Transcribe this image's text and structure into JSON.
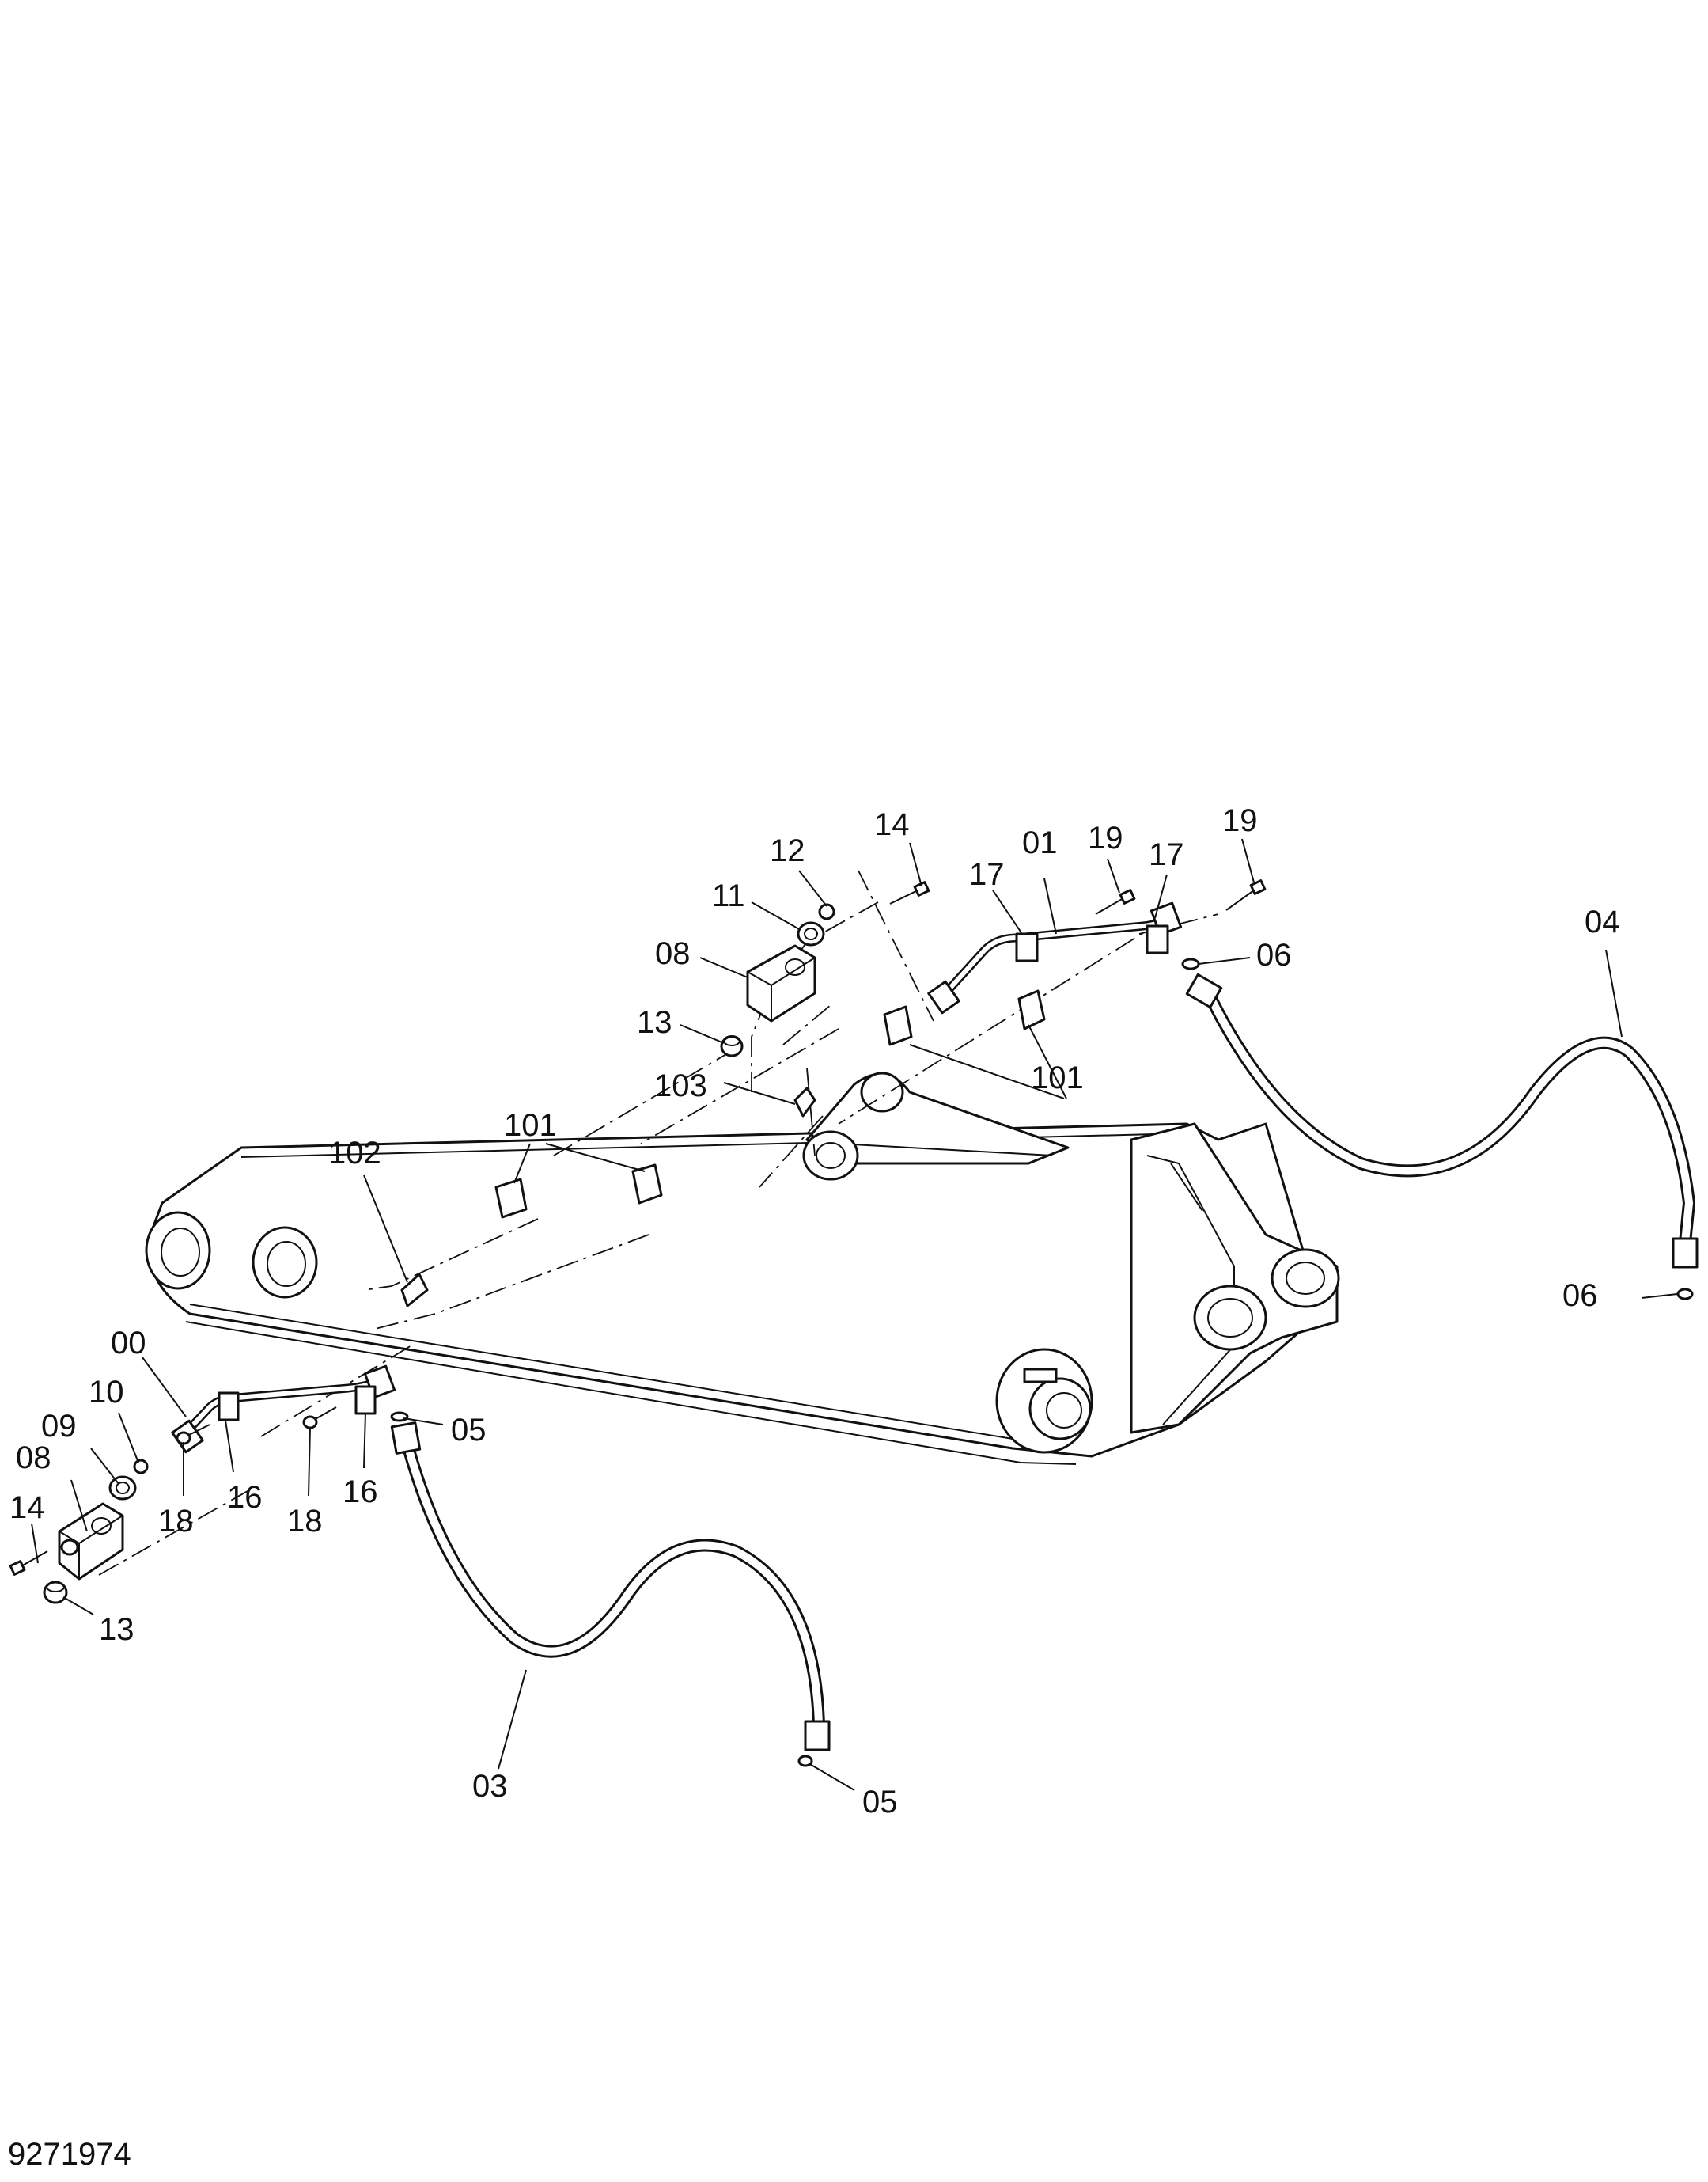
{
  "drawing_number": "9271974",
  "callouts": [
    "00",
    "01",
    "03",
    "04",
    "05",
    "05",
    "06",
    "06",
    "08",
    "08",
    "09",
    "10",
    "11",
    "12",
    "13",
    "13",
    "14",
    "14",
    "16",
    "16",
    "17",
    "17",
    "18",
    "18",
    "19",
    "19",
    "101",
    "101",
    "102",
    "103"
  ]
}
